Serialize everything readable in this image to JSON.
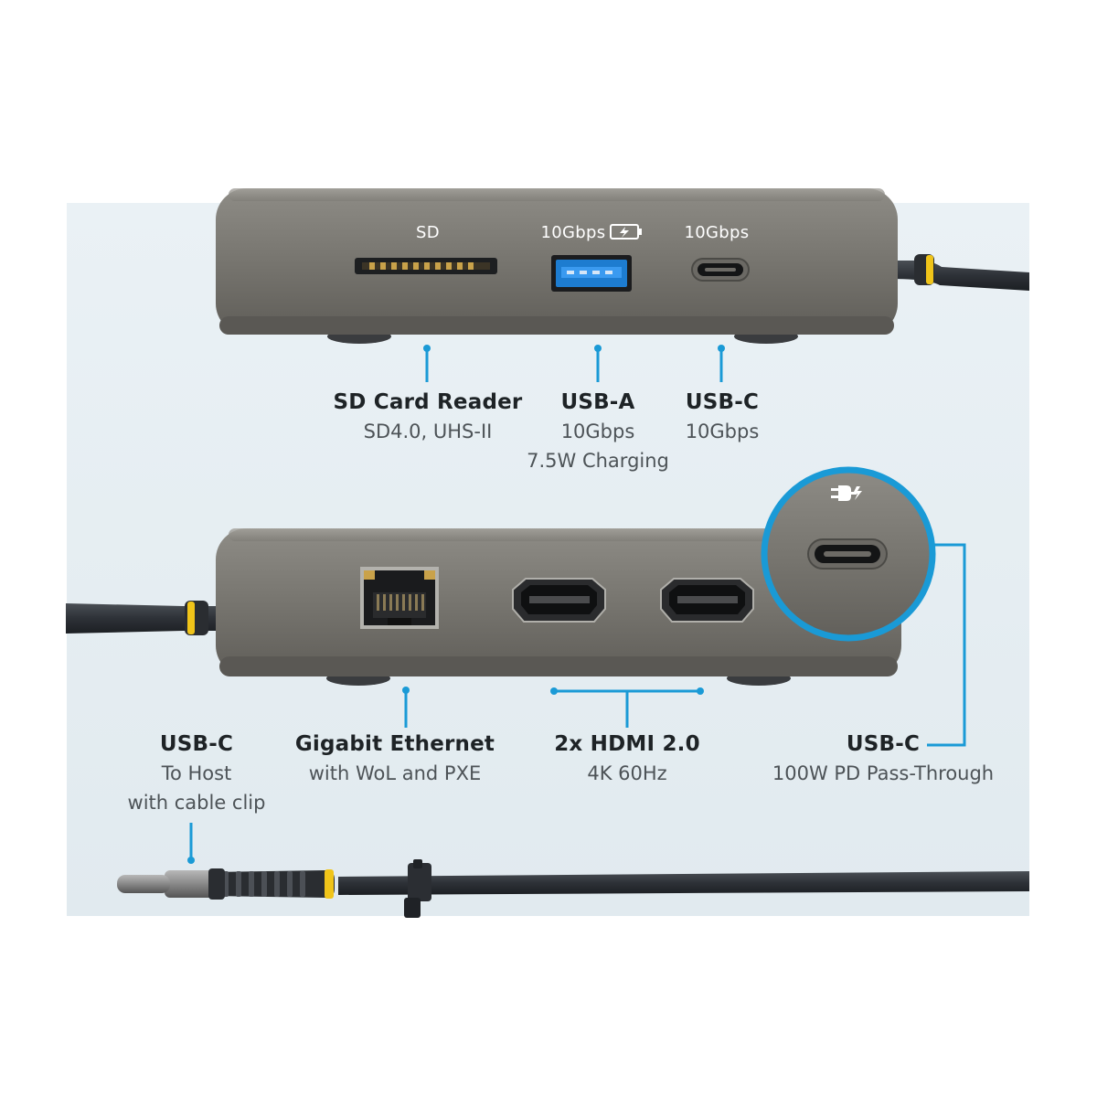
{
  "panel_color": "#e4ecf1",
  "accent_color": "#1a9ad6",
  "cable_accent": "#f0c419",
  "top_view": {
    "port_labels": {
      "sd": "SD",
      "usb_a": "10Gbps",
      "usb_c": "10Gbps"
    },
    "battery_icon": "charging-battery-icon",
    "callouts": {
      "sd_reader": {
        "title": "SD Card Reader",
        "sub": "SD4.0, UHS-II"
      },
      "usb_a": {
        "title": "USB-A",
        "sub1": "10Gbps",
        "sub2": "7.5W Charging"
      },
      "usb_c": {
        "title": "USB-C",
        "sub": "10Gbps"
      }
    }
  },
  "bottom_view": {
    "pd_icon": "power-plug-icon",
    "callouts": {
      "host_cable": {
        "title": "USB-C",
        "sub1": "To Host",
        "sub2": "with cable clip"
      },
      "ethernet": {
        "title": "Gigabit Ethernet",
        "sub": "with WoL and PXE"
      },
      "hdmi": {
        "title": "2x HDMI 2.0",
        "sub": "4K 60Hz"
      },
      "pd": {
        "title": "USB-C",
        "sub": "100W PD Pass-Through"
      }
    }
  }
}
